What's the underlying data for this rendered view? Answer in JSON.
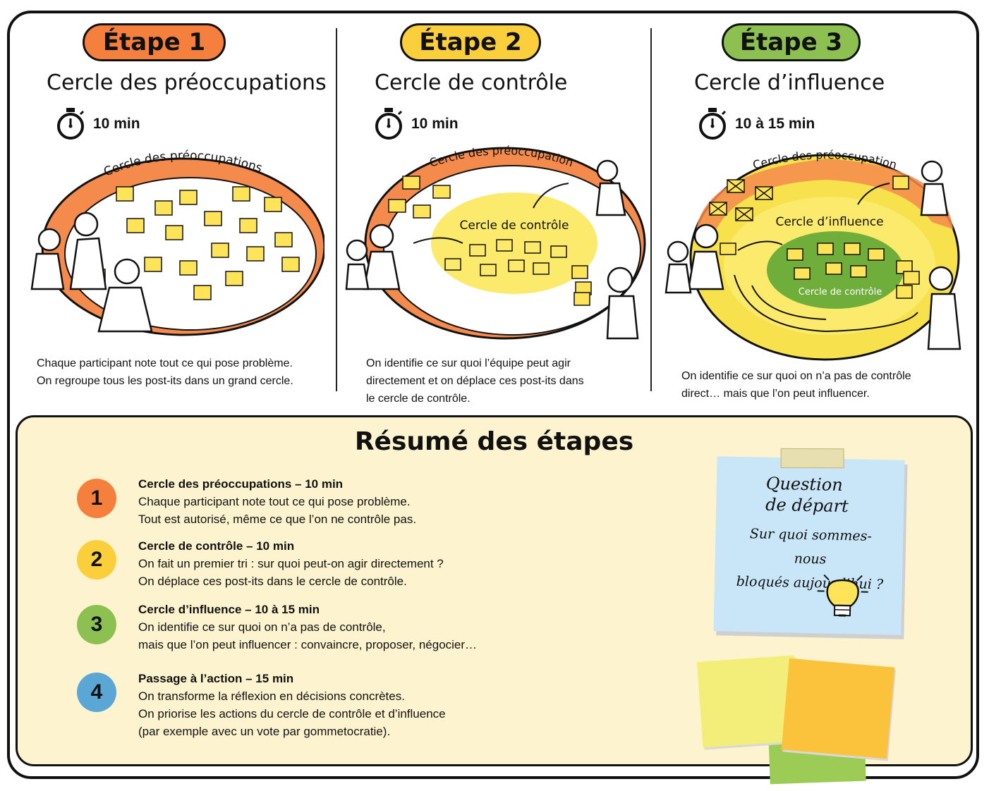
{
  "steps": [
    {
      "pill": "Étape 1",
      "pill_color": "#f5803d",
      "title": "Cercle des préoccupations",
      "time": "10 min",
      "circle_label": "Cercle des préoccupations",
      "desc": [
        "Chaque participant note tout ce qui pose problème.",
        "On regroupe tous les post-its dans un grand cercle."
      ]
    },
    {
      "pill": "Étape 2",
      "pill_color": "#fbcf3b",
      "title": "Cercle de contrôle",
      "time": "10 min",
      "circle_label": "Cercle des préoccupations",
      "inner_label": "Cercle de contrôle",
      "desc": [
        "On identifie ce sur quoi l’équipe peut agir",
        "directement et on déplace ces post-its dans",
        "le cercle de contrôle."
      ]
    },
    {
      "pill": "Étape 3",
      "pill_color": "#8cc152",
      "title": "Cercle d’influence",
      "time": "10 à 15 min",
      "circle_label": "Cercle des préoccupations",
      "mid_label": "Cercle d’influence",
      "inner_label": "Cercle de contrôle",
      "desc": [
        "On identifie ce sur quoi on n’a pas de contrôle",
        "direct… mais que l’on peut influencer."
      ]
    }
  ],
  "summary": {
    "title": "Résumé des étapes",
    "items": [
      {
        "num": "1",
        "color": "#f5803d",
        "head": "Cercle des préoccupations – 10 min",
        "lines": [
          "Chaque participant note tout ce qui pose problème.",
          "Tout est autorisé, même ce que l’on ne contrôle pas."
        ]
      },
      {
        "num": "2",
        "color": "#fbcf3b",
        "head": "Cercle de contrôle – 10 min",
        "lines": [
          "On fait un premier tri : sur quoi peut-on agir directement ?",
          "On déplace ces post-its dans le cercle de contrôle."
        ]
      },
      {
        "num": "3",
        "color": "#8cc152",
        "head": "Cercle d’influence – 10 à 15 min",
        "lines": [
          "On identifie ce sur quoi on n’a pas de contrôle,",
          "mais que l’on peut influencer : convaincre, proposer, négocier…"
        ]
      },
      {
        "num": "4",
        "color": "#5aa7d6",
        "head": "Passage à l’action – 15 min",
        "lines": [
          "On transforme la réflexion en décisions concrètes.",
          "On priorise les actions du cercle de contrôle et d’influence",
          "(par exemple avec un vote par gommetocratie)."
        ]
      }
    ]
  },
  "note": {
    "title_line1": "Question",
    "title_line2": "de départ",
    "text_line1": "Sur quoi sommes-nous",
    "text_line2": "bloqués aujourd’hui ?",
    "color": "#c8e6f8"
  }
}
